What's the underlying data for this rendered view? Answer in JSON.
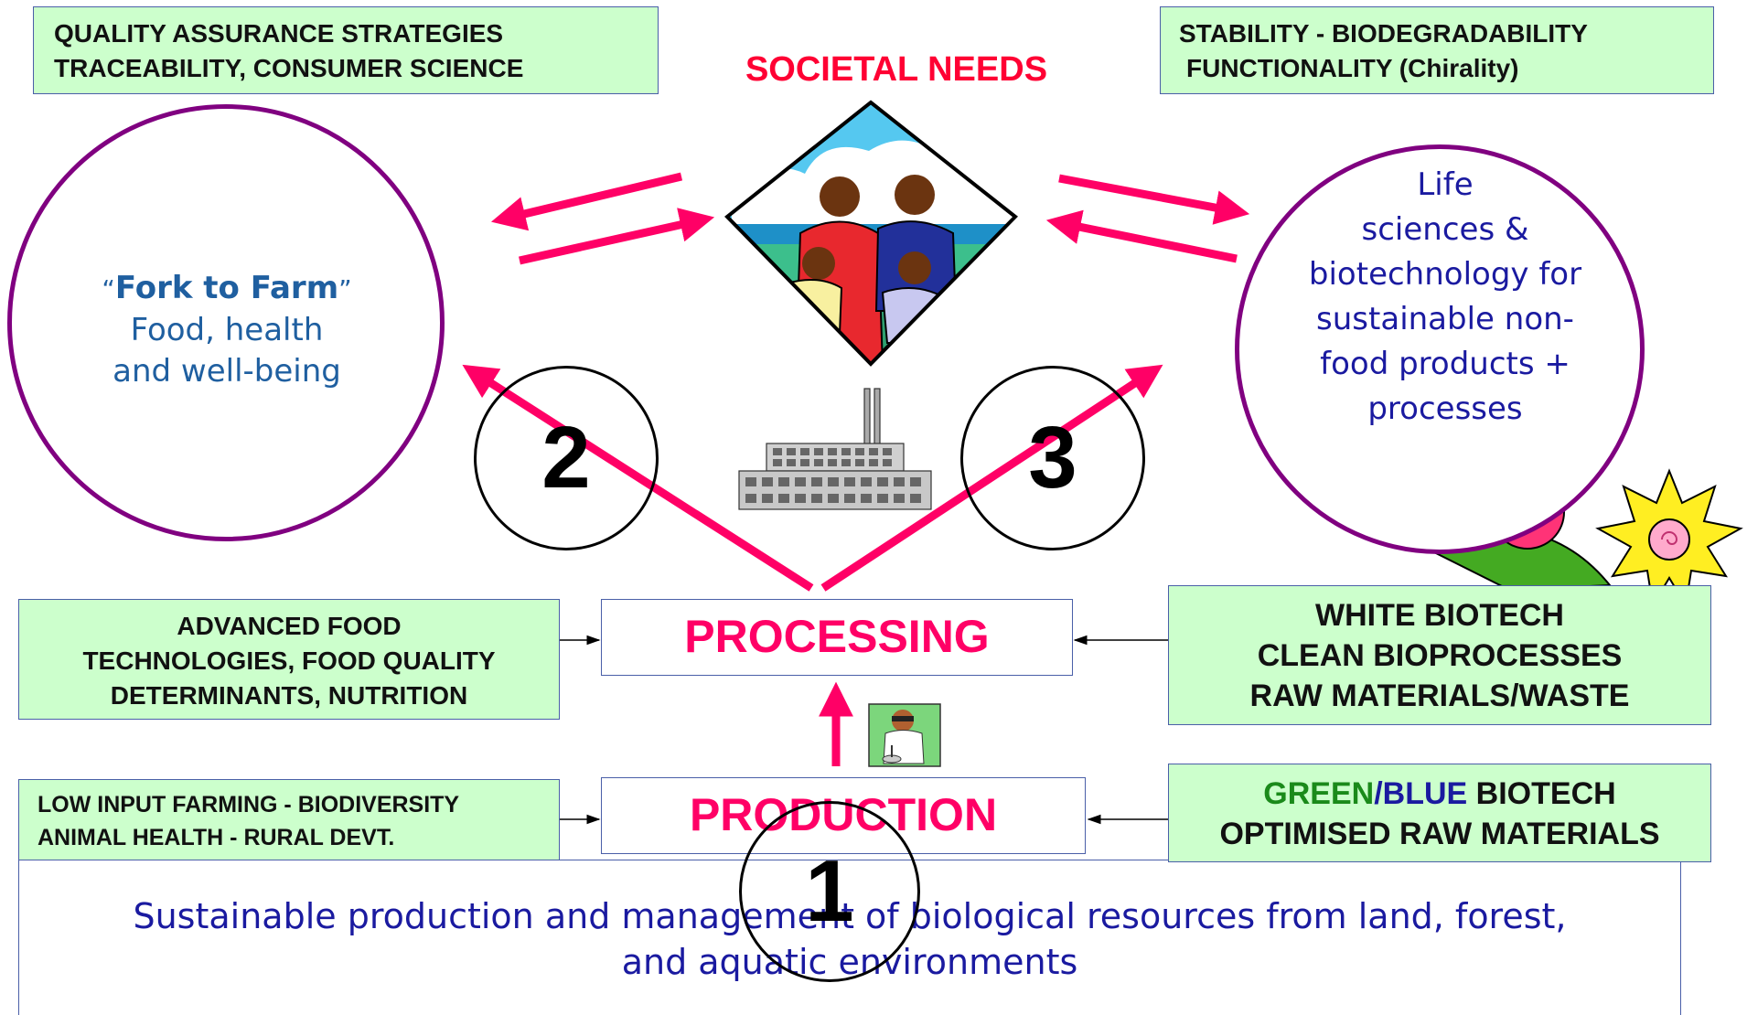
{
  "top_left_box": {
    "line1": "QUALITY ASSURANCE STRATEGIES",
    "line2": "TRACEABILITY, CONSUMER SCIENCE"
  },
  "top_right_box": {
    "line1": "STABILITY - BIODEGRADABILITY",
    "line2": "FUNCTIONALITY (Chirality)"
  },
  "societal_needs": "SOCIETAL NEEDS",
  "left_circle": {
    "quote_open": "“",
    "title": "Fork to Farm",
    "quote_close": "”",
    "line2": "Food, health",
    "line3": "and well-being"
  },
  "right_circle": {
    "lines": [
      "Life",
      "sciences &",
      "biotechnology for",
      "sustainable non-",
      "food products +",
      "processes"
    ]
  },
  "numbers": {
    "one": "1",
    "two": "2",
    "three": "3"
  },
  "processing": "PROCESSING",
  "production": "PRODUCTION",
  "left_mid_box": {
    "line1": "ADVANCED FOOD",
    "line2": "TECHNOLOGIES, FOOD QUALITY",
    "line3": "DETERMINANTS, NUTRITION"
  },
  "right_mid_box": {
    "line1": "WHITE BIOTECH",
    "line2": "CLEAN BIOPROCESSES",
    "line3": "RAW MATERIALS/WASTE"
  },
  "left_low_box": {
    "line1": "LOW INPUT FARMING - BIODIVERSITY",
    "line2": "ANIMAL HEALTH - RURAL DEVT."
  },
  "right_low_box": {
    "green": "GREEN",
    "slash": "/",
    "blue": "BLUE",
    "rest": " BIOTECH",
    "line2": "OPTIMISED RAW MATERIALS"
  },
  "bottom_box": {
    "line1": "Sustainable production and management of biological resources from land, forest,",
    "line2": "and aquatic environments"
  },
  "icons": [
    "family-icon",
    "factory-icon",
    "scientist-icon",
    "flower-icon",
    "butterfly-icon"
  ],
  "colors": {
    "arrow": "#ff0066",
    "circle_border": "#800080",
    "green_box": "#ccffcc",
    "navy_text": "#1a1aa0",
    "left_circle_text": "#1f5fa0",
    "red_text": "#ff0033"
  }
}
